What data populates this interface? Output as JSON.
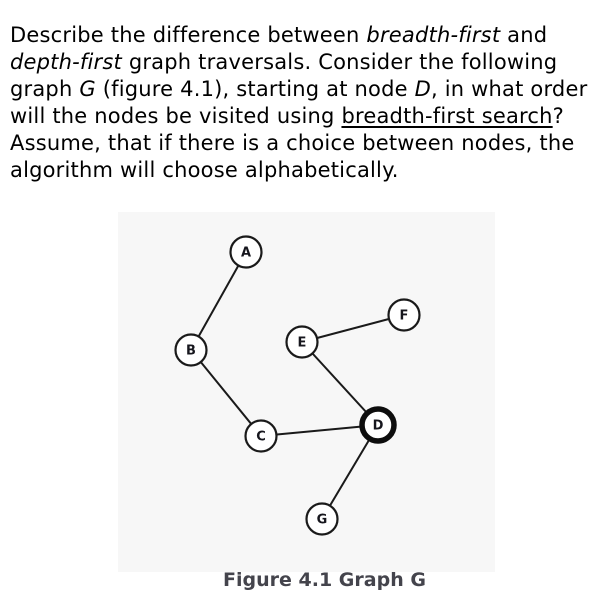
{
  "question": {
    "lines": [
      {
        "segments": [
          {
            "text": "Describe the difference between "
          },
          {
            "text": "breadth-first",
            "style": "italic"
          },
          {
            "text": " and"
          }
        ]
      },
      {
        "segments": [
          {
            "text": "depth-first",
            "style": "italic"
          },
          {
            "text": " graph traversals. Consider the following"
          }
        ]
      },
      {
        "segments": [
          {
            "text": "graph "
          },
          {
            "text": "G",
            "style": "italic"
          },
          {
            "text": " (figure 4.1), starting at node "
          },
          {
            "text": "D",
            "style": "italic"
          },
          {
            "text": ", in what order"
          }
        ]
      },
      {
        "segments": [
          {
            "text": "will the nodes be visited using "
          },
          {
            "text": "breadth-first search",
            "style": "underline"
          },
          {
            "text": "?"
          }
        ]
      },
      {
        "segments": [
          {
            "text": "Assume, that if there is a choice between nodes, the"
          }
        ]
      },
      {
        "segments": [
          {
            "text": "algorithm will choose alphabetically."
          }
        ]
      }
    ]
  },
  "figure": {
    "caption": "Figure 4.1 Graph G",
    "start_node": "D",
    "nodes": [
      {
        "label": "A"
      },
      {
        "label": "B"
      },
      {
        "label": "C"
      },
      {
        "label": "D"
      },
      {
        "label": "E"
      },
      {
        "label": "F"
      },
      {
        "label": "G"
      }
    ],
    "edges": [
      [
        "A",
        "B"
      ],
      [
        "B",
        "C"
      ],
      [
        "C",
        "D"
      ],
      [
        "D",
        "E"
      ],
      [
        "E",
        "F"
      ],
      [
        "D",
        "G"
      ]
    ],
    "colors": {
      "panel_background": "#f7f7f7",
      "node_fill": "#ffffff",
      "node_border": "#1a1a1a",
      "edge": "#1a1a1a",
      "label": "#16161d"
    }
  }
}
